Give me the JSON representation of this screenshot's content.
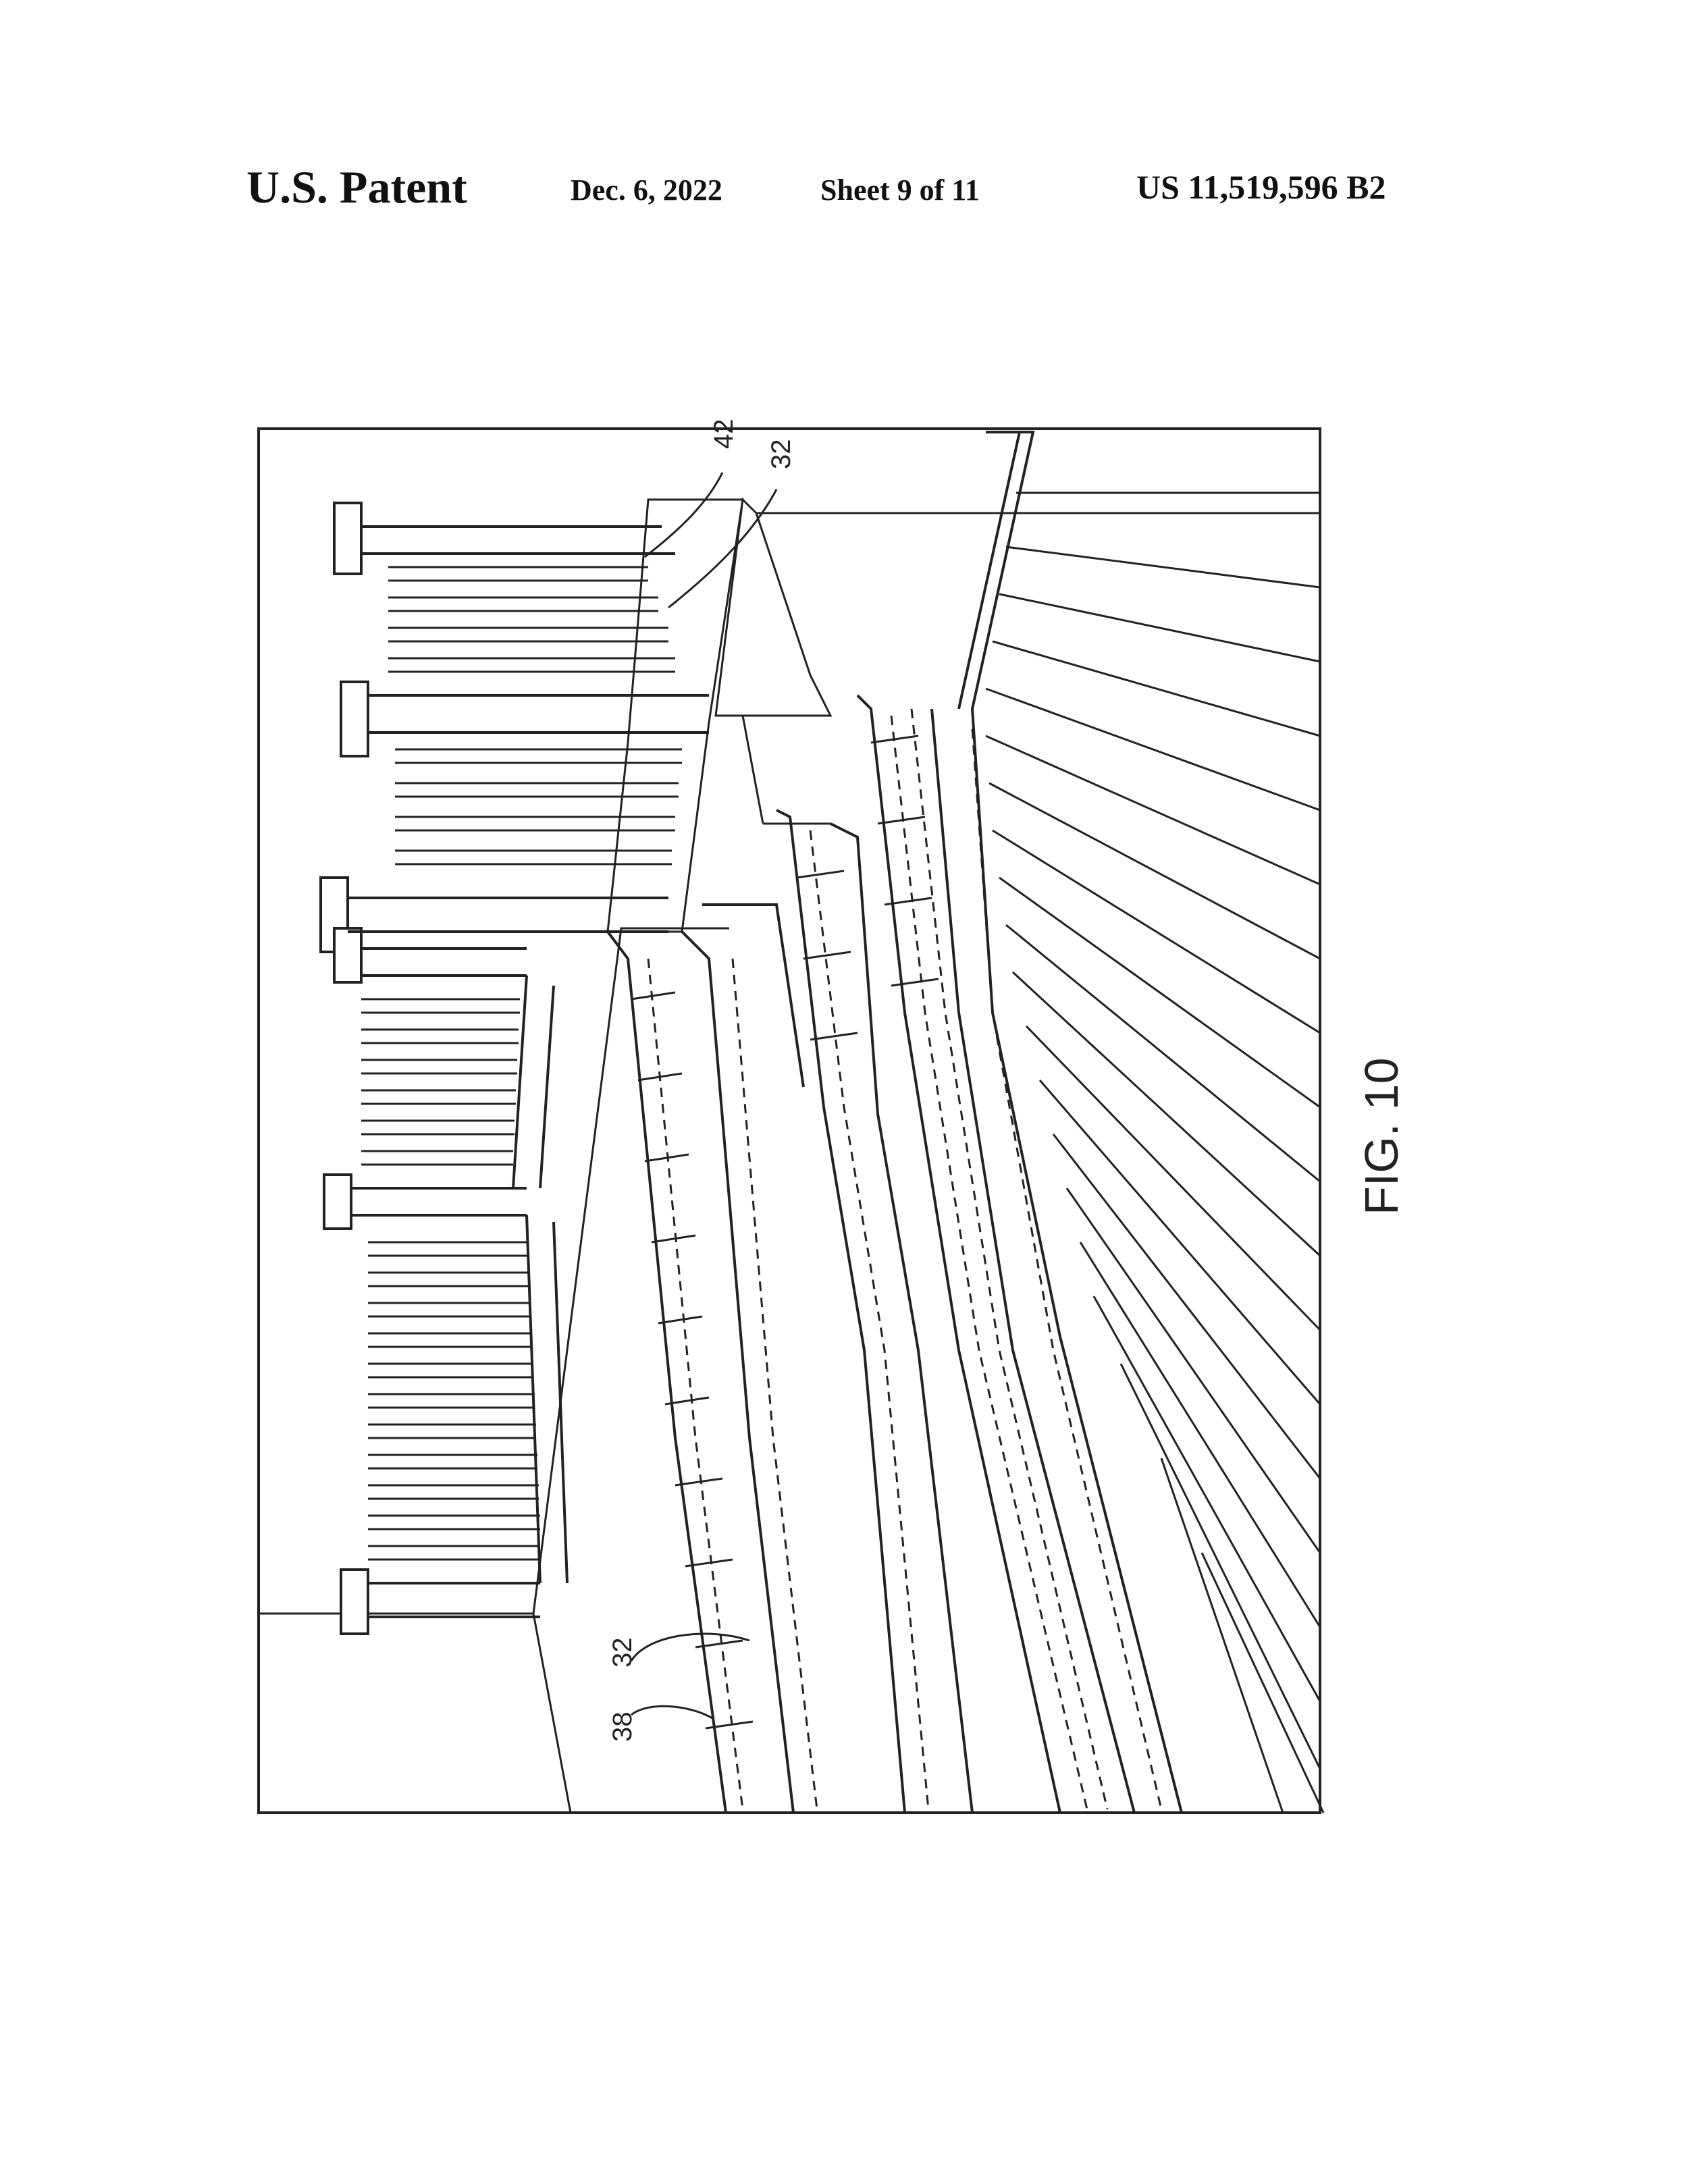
{
  "header": {
    "title": "U.S. Patent",
    "date": "Dec. 6, 2022",
    "sheet": "Sheet 9 of 11",
    "patent_number": "US 11,519,596 B2"
  },
  "figure": {
    "caption": "FIG. 10",
    "reference_numerals": {
      "top_a": "42",
      "top_b": "32",
      "bottom_a": "32",
      "bottom_b": "38"
    }
  }
}
